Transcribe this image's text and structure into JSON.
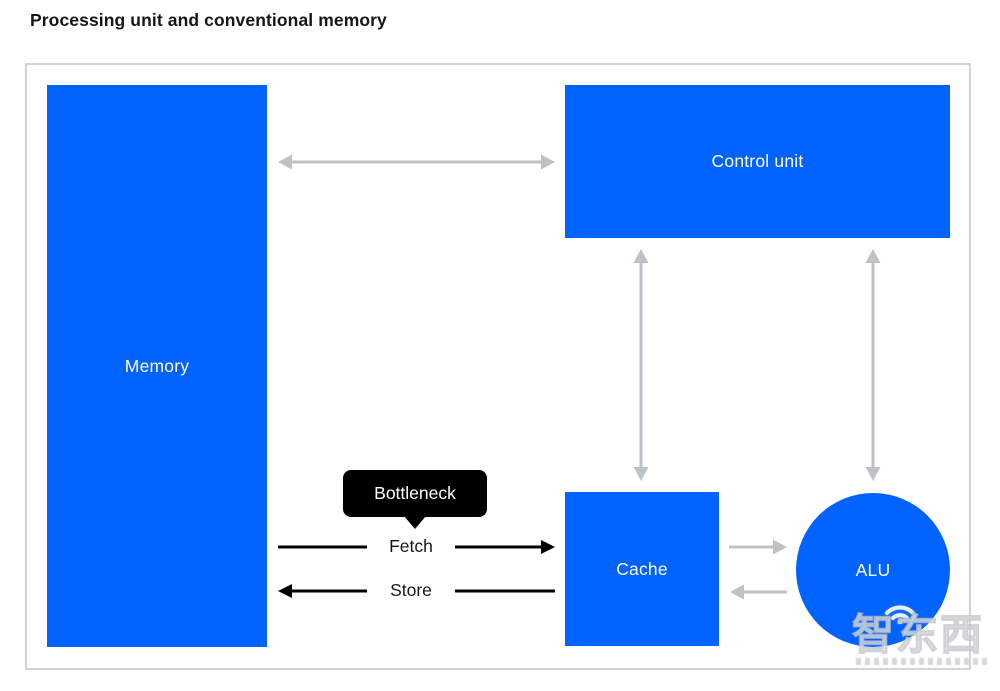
{
  "title": "Processing unit and conventional memory",
  "nodes": {
    "memory": {
      "label": "Memory",
      "shape": "rect"
    },
    "control_unit": {
      "label": "Control unit",
      "shape": "rect"
    },
    "cache": {
      "label": "Cache",
      "shape": "rect"
    },
    "alu": {
      "label": "ALU",
      "shape": "circle"
    }
  },
  "edge_labels": {
    "fetch": "Fetch",
    "store": "Store"
  },
  "tooltip": {
    "label": "Bottleneck",
    "points_to": "fetch-arrow"
  },
  "connections": [
    {
      "from": "memory",
      "to": "control_unit",
      "direction": "bidirectional",
      "color": "gray"
    },
    {
      "from": "control_unit",
      "to": "cache",
      "direction": "bidirectional",
      "color": "gray"
    },
    {
      "from": "control_unit",
      "to": "alu",
      "direction": "bidirectional",
      "color": "gray"
    },
    {
      "from": "cache",
      "to": "alu",
      "direction": "one-way",
      "color": "gray"
    },
    {
      "from": "alu",
      "to": "cache",
      "direction": "one-way",
      "color": "gray"
    },
    {
      "from": "memory",
      "to": "cache",
      "label": "Fetch",
      "direction": "one-way",
      "color": "black"
    },
    {
      "from": "cache",
      "to": "memory",
      "label": "Store",
      "direction": "one-way",
      "color": "black"
    }
  ],
  "watermark": {
    "text": "智东西"
  },
  "colors": {
    "node_fill": "#0062ff",
    "node_text": "#ffffff",
    "arrow_gray": "#bdc2c7",
    "arrow_black": "#000000",
    "tooltip_bg": "#000000",
    "tooltip_text": "#ffffff",
    "panel_border": "#d2d5d8",
    "title_text": "#161616"
  }
}
